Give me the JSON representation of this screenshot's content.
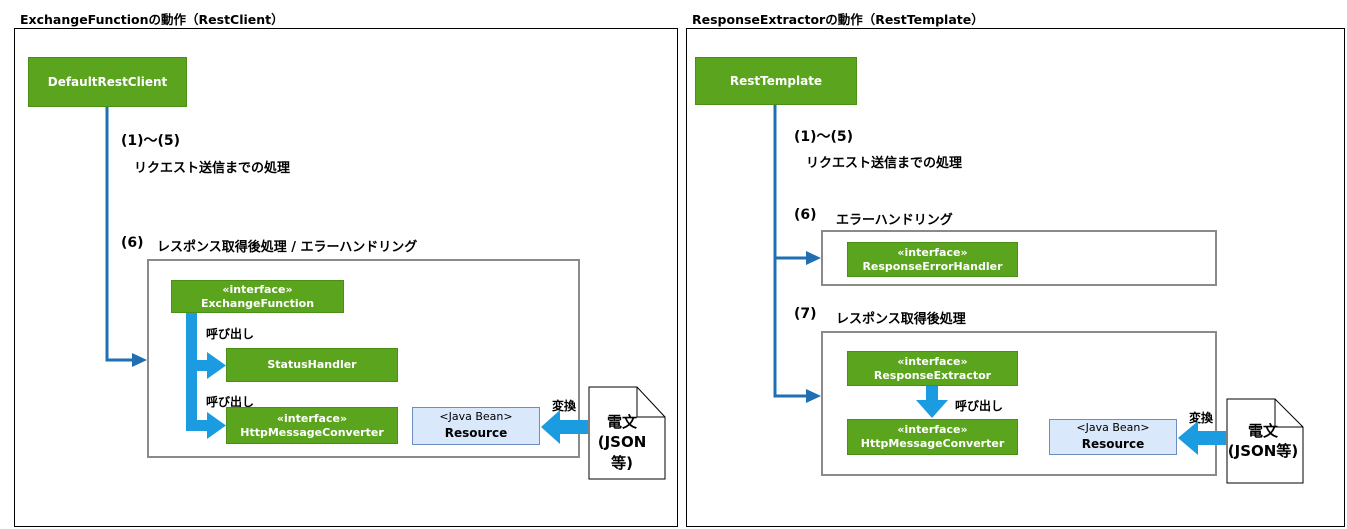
{
  "left": {
    "title": "ExchangeFunctionの動作（RestClient）",
    "client": "DefaultRestClient",
    "step1_5": "(1)～(5)",
    "step1_5_desc": "リクエスト送信までの処理",
    "step6": "(6)",
    "step6_desc": "レスポンス取得後処理 / エラーハンドリング",
    "exchange": {
      "stereotype": "«interface»",
      "name": "ExchangeFunction"
    },
    "call1": "呼び出し",
    "status_handler": "StatusHandler",
    "call2": "呼び出し",
    "converter": {
      "stereotype": "«interface»",
      "name": "HttpMessageConverter"
    },
    "bean": {
      "stereotype": "<Java Bean>",
      "name": "Resource"
    },
    "convert": "変換",
    "doc": {
      "line1": "電文",
      "line2": "(JSON等)"
    }
  },
  "right": {
    "title": "ResponseExtractorの動作（RestTemplate）",
    "client": "RestTemplate",
    "step1_5": "(1)～(5)",
    "step1_5_desc": "リクエスト送信までの処理",
    "step6": "(6)",
    "step6_desc": "エラーハンドリング",
    "error_handler": {
      "stereotype": "«interface»",
      "name": "ResponseErrorHandler"
    },
    "step7": "(7)",
    "step7_desc": "レスポンス取得後処理",
    "extractor": {
      "stereotype": "«interface»",
      "name": "ResponseExtractor"
    },
    "call": "呼び出し",
    "converter": {
      "stereotype": "«interface»",
      "name": "HttpMessageConverter"
    },
    "bean": {
      "stereotype": "<Java Bean>",
      "name": "Resource"
    },
    "convert": "変換",
    "doc": {
      "line1": "電文",
      "line2": "(JSON等)"
    }
  },
  "colors": {
    "green": "#5ba41e",
    "blue_line": "#1f6fb2",
    "blue_arrow": "#1b9ce0",
    "bean_fill": "#dae8fc",
    "border_gray": "#8a8a8a"
  }
}
